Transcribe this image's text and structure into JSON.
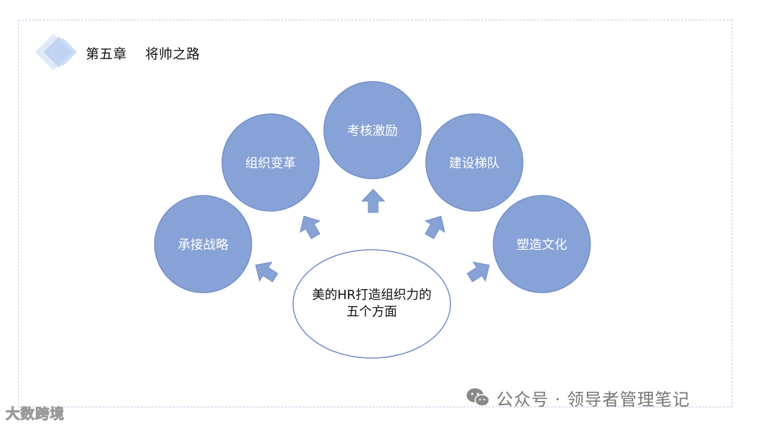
{
  "header": {
    "title": "第五章    将帅之路"
  },
  "diagram": {
    "center": {
      "line1": "美的HR打造组织力的",
      "line2": "五个方面"
    },
    "nodes": [
      {
        "label": "承接战略"
      },
      {
        "label": "组织变革"
      },
      {
        "label": "考核激励"
      },
      {
        "label": "建设梯队"
      },
      {
        "label": "塑造文化"
      }
    ]
  },
  "watermark": {
    "left": "大数跨境",
    "right": "公众号 · 领导者管理笔记"
  },
  "colors": {
    "node_fill": "#87a2d6",
    "node_stroke": "#7590c8",
    "arrow_fill": "#87a2d6",
    "frame_border": "#b9cde3",
    "logo_light": "#dce8f7",
    "logo_mid": "#b5cbee"
  }
}
